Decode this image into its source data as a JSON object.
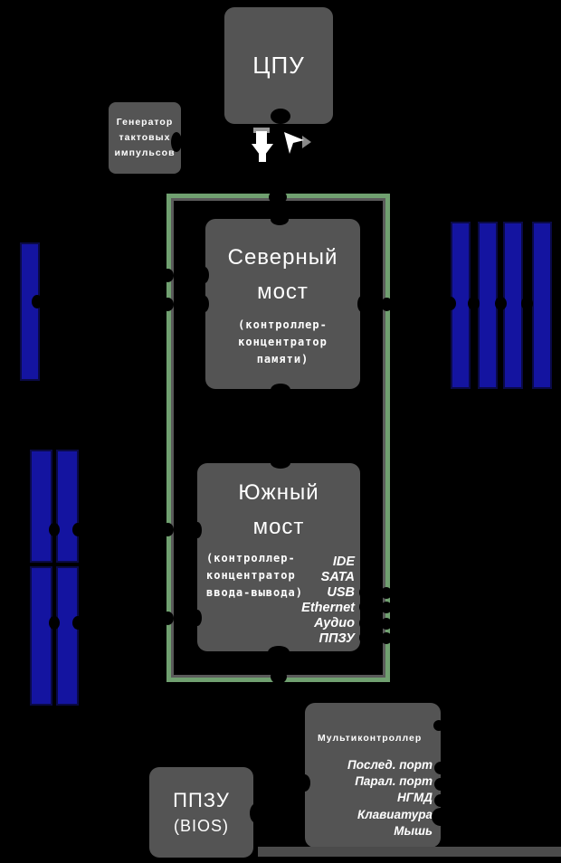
{
  "colors": {
    "background": "#000000",
    "box_fill": "#545454",
    "box_text": "#ffffff",
    "frame_green": "#70a070",
    "frame_gray": "#5a5a5a",
    "slot_blue": "#1414a0",
    "slot_border": "#0a0a46",
    "node_black": "#000000",
    "bottom_strip": "#4b4b4b"
  },
  "cpu": {
    "label": "ЦПУ"
  },
  "clock_generator": {
    "lines": [
      "Генератор",
      "тактовых",
      "импульсов"
    ]
  },
  "north_bridge": {
    "title_lines": [
      "Северный",
      "мост"
    ],
    "subtitle_lines": [
      "(контроллер-",
      "концентратор",
      "памяти)"
    ]
  },
  "south_bridge": {
    "title_lines": [
      "Южный",
      "мост"
    ],
    "subtitle_lines": [
      "(контроллер-",
      "концентратор",
      "ввода-вывода)"
    ],
    "interfaces": [
      "IDE",
      "SATA",
      "USB",
      "Ethernet",
      "Аудио",
      "ППЗУ"
    ]
  },
  "bios": {
    "lines": [
      "ППЗУ",
      "(BIOS)"
    ]
  },
  "multicontroller": {
    "title": "Мультиконтроллер",
    "ports": [
      "Послед. порт",
      "Парал. порт",
      "НГМД",
      "Клавиатура",
      "Мышь"
    ]
  },
  "icons": {
    "bus_arrow": "white down bus arrow",
    "cursor": "white pointer arrow"
  }
}
